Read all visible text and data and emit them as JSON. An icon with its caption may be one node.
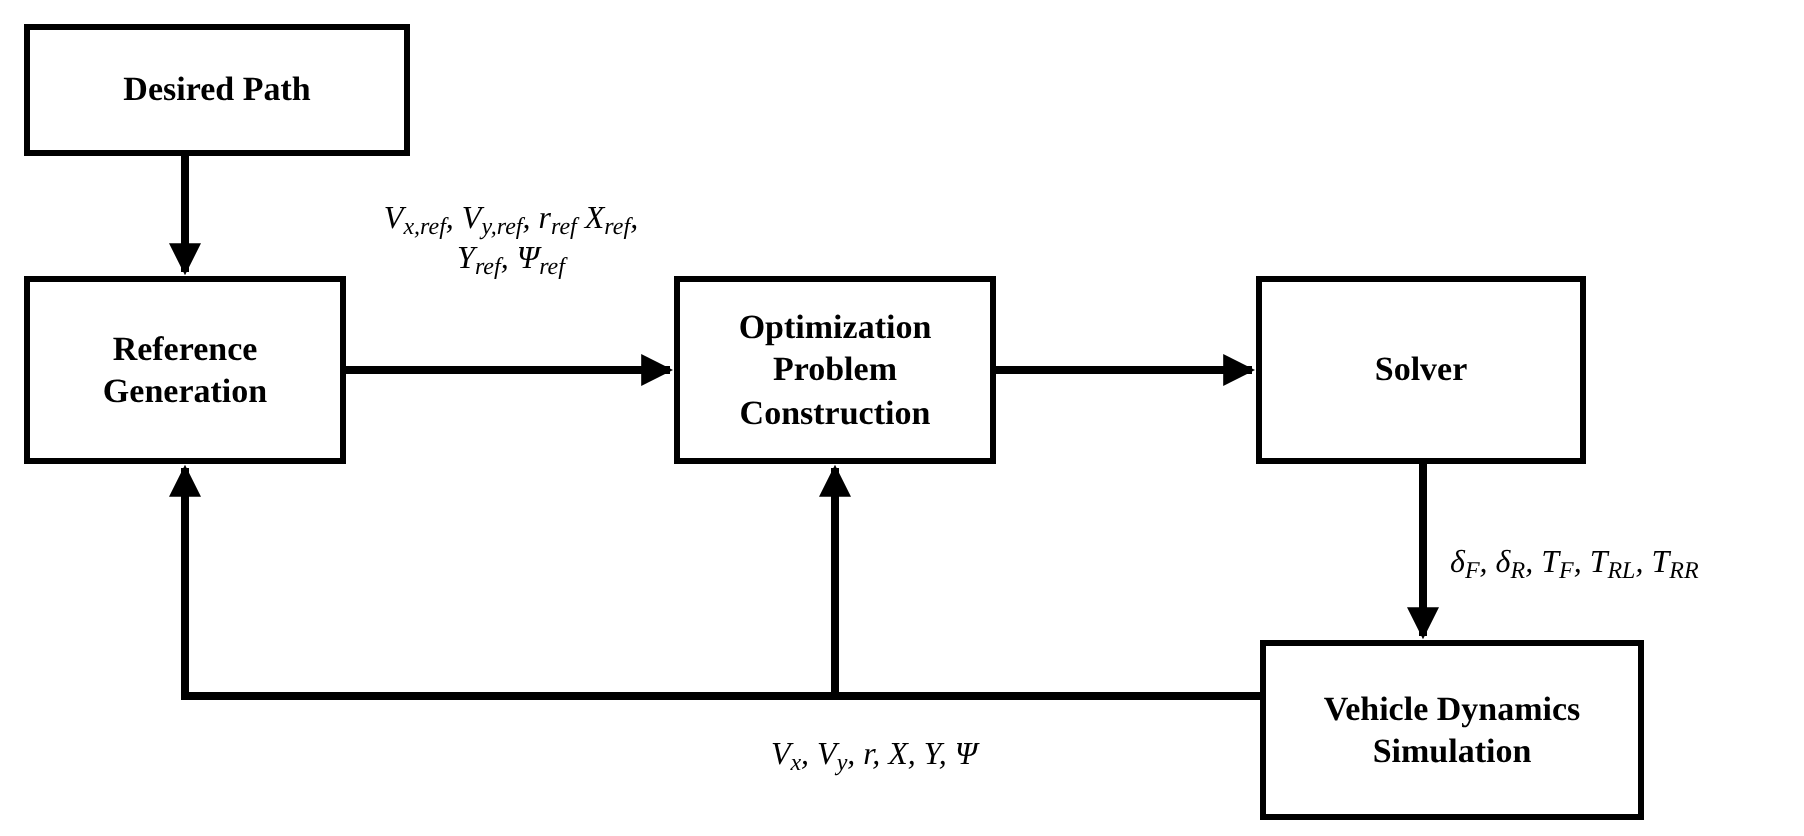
{
  "diagram": {
    "nodes": [
      {
        "text": [
          "Desired Path"
        ]
      },
      {
        "text": [
          "Reference Generation"
        ]
      },
      {
        "text": [
          "Optimization Problem Construction"
        ]
      },
      {
        "text": [
          "Solver"
        ]
      },
      {
        "text": [
          "Vehicle Dynamics Simulation"
        ]
      }
    ],
    "edges": [
      {
        "from": 0,
        "to": 1,
        "arrow": "to"
      },
      {
        "from": 1,
        "to": 2,
        "arrow": "to",
        "label": "V$_{x,ref}$, V$_{y,ref}$, r$_{ref}$ X$_{ref}$, Y$_{ref}$, Ψ$_{ref}$"
      },
      {
        "from": 2,
        "to": 3,
        "arrow": "to"
      },
      {
        "from": 3,
        "to": 4,
        "arrow": "to",
        "label": "δ$_{F}$, δ$_{R}$, T$_{F}$, T$_{RL}$, T$_{RR}$"
      },
      {
        "from": 4,
        "to": 1,
        "arrow": "to",
        "label": "V$_{x}$, V$_{y}$, r, X, Y, Ψ"
      },
      {
        "from": 4,
        "to": 2,
        "arrow": "to"
      }
    ]
  }
}
